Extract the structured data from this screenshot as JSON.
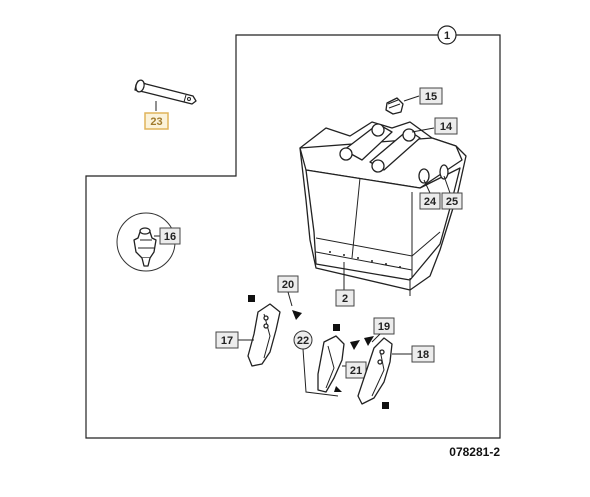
{
  "labels": {
    "page_ref": "1",
    "pin": "23",
    "grease_fitting_top": "15",
    "bushing": "14",
    "washer": "24",
    "lock_pin": "25",
    "grease_nipple": "16",
    "bucket": "2",
    "bolt": "20",
    "side_tooth_left": "17",
    "nut_washer": "22",
    "tooth_center": "21",
    "retainer": "19",
    "side_tooth_right": "18"
  },
  "drawing_number": "078281-2",
  "colors": {
    "highlight_fill": "#fbf2d9",
    "highlight_stroke": "#e0b45a",
    "box_fill": "#ececec"
  }
}
